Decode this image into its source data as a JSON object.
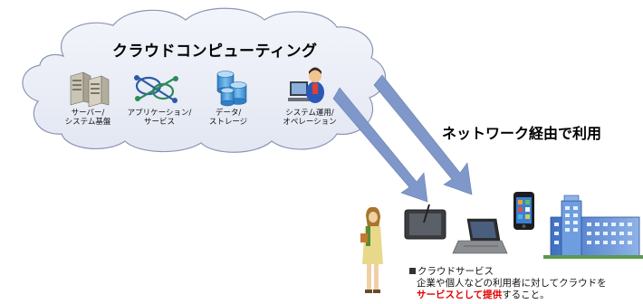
{
  "cloud": {
    "title": "クラウドコンピューティング",
    "items": [
      {
        "line1": "サーバー/",
        "line2": "システム基盤",
        "icon": "server-icon"
      },
      {
        "line1": "アプリケーション/",
        "line2": "サービス",
        "icon": "application-network-icon"
      },
      {
        "line1": "データ/",
        "line2": "ストレージ",
        "icon": "database-storage-icon"
      },
      {
        "line1": "システム運用/",
        "line2": "オペレーション",
        "icon": "operator-icon"
      }
    ]
  },
  "network_label": "ネットワーク経由で利用",
  "description": {
    "heading": "クラウドサービス",
    "line1": "企業や個人などの利用者に対してクラウドを",
    "highlight": "サービスとして提供",
    "suffix": "すること。"
  },
  "colors": {
    "cloud_fill": "#e8ecf6",
    "cloud_stroke": "#8c95b4",
    "arrow": "#7f97c9",
    "highlight": "#e00000"
  }
}
